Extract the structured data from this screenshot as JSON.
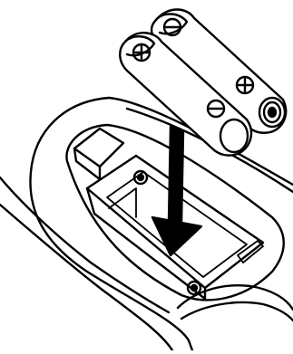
{
  "illustration": {
    "background_color": "#ffffff",
    "line_color": "#000000",
    "fill_color": "#ffffff",
    "subject": "remote-control-battery-installation",
    "batteries": [
      {
        "id": "battery-left",
        "top_terminal": "plus",
        "bottom_terminal": "minus"
      },
      {
        "id": "battery-right",
        "top_terminal": "minus",
        "bottom_terminal": "plus"
      }
    ],
    "arrow_direction": "down",
    "compartment_springs": 2
  }
}
